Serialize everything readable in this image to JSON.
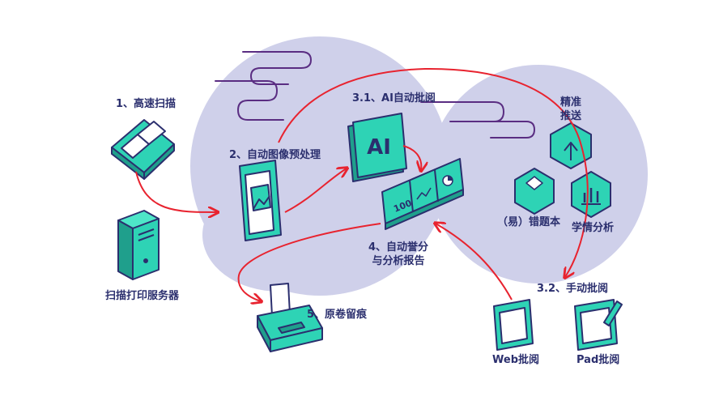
{
  "steps": {
    "scan": "1、高速扫描",
    "preprocess": "2、自动图像预处理",
    "ai_review": "3.1、AI自动批阅",
    "manual_review": "3.2、手动批阅",
    "auto_score_line1": "4、自动誉分",
    "auto_score_line2": "与分析报告",
    "original_trace": "5、原卷留痕"
  },
  "devices": {
    "scan_server": "扫描打印服务器",
    "web_review": "Web批阅",
    "pad_review": "Pad批阅"
  },
  "outputs": {
    "precise_push_line1": "精准",
    "precise_push_line2": "推送",
    "wrong_book": "（易）错题本",
    "learning_analysis": "学情分析"
  },
  "icons": {
    "ai_chip_text": "AI",
    "score_text": "100"
  },
  "colors": {
    "blob": "#cfd0ea",
    "teal": "#2ed3b5",
    "teal_dark": "#1f9f8c",
    "outline": "#2b2f6e",
    "arrow": "#e8232f",
    "squiggle": "#5a2d82"
  }
}
